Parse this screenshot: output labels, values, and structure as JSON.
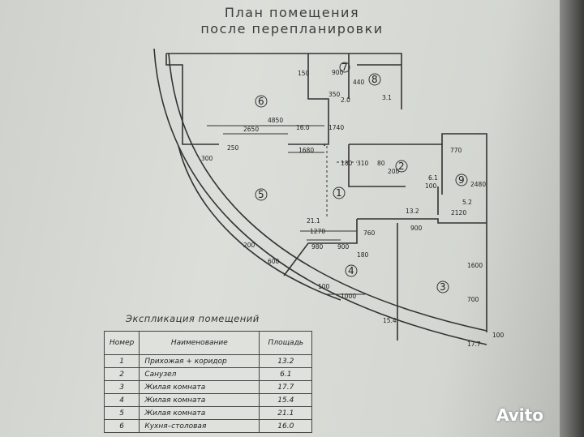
{
  "title": {
    "line1": "План помещения",
    "line2": "после перепланировки"
  },
  "rooms": [
    "1",
    "2",
    "3",
    "4",
    "5",
    "6",
    "7",
    "8",
    "9"
  ],
  "dimensions": [
    "150",
    "900",
    "350",
    "2.0",
    "440",
    "3.1",
    "4850",
    "2650",
    "16.0",
    "1740",
    "1680",
    "770",
    "180",
    "310",
    "80",
    "200",
    "6.1",
    "100",
    "2480",
    "5.2",
    "2120",
    "13.2",
    "900",
    "21.1",
    "1270",
    "980",
    "900",
    "760",
    "180",
    "100",
    "1000",
    "15.4",
    "1600",
    "700",
    "17.7",
    "100",
    "300",
    "600",
    "200",
    "250"
  ],
  "explication": {
    "title": "Экспликация помещений",
    "headers": [
      "Номер",
      "Наименование",
      "Площадь"
    ],
    "rows": [
      [
        "1",
        "Прихожая + коридор",
        "13.2"
      ],
      [
        "2",
        "Санузел",
        "6.1"
      ],
      [
        "3",
        "Жилая комната",
        "17.7"
      ],
      [
        "4",
        "Жилая комната",
        "15.4"
      ],
      [
        "5",
        "Жилая комната",
        "21.1"
      ],
      [
        "6",
        "Кухня–столовая",
        "16.0"
      ]
    ]
  },
  "watermark": "Avito"
}
